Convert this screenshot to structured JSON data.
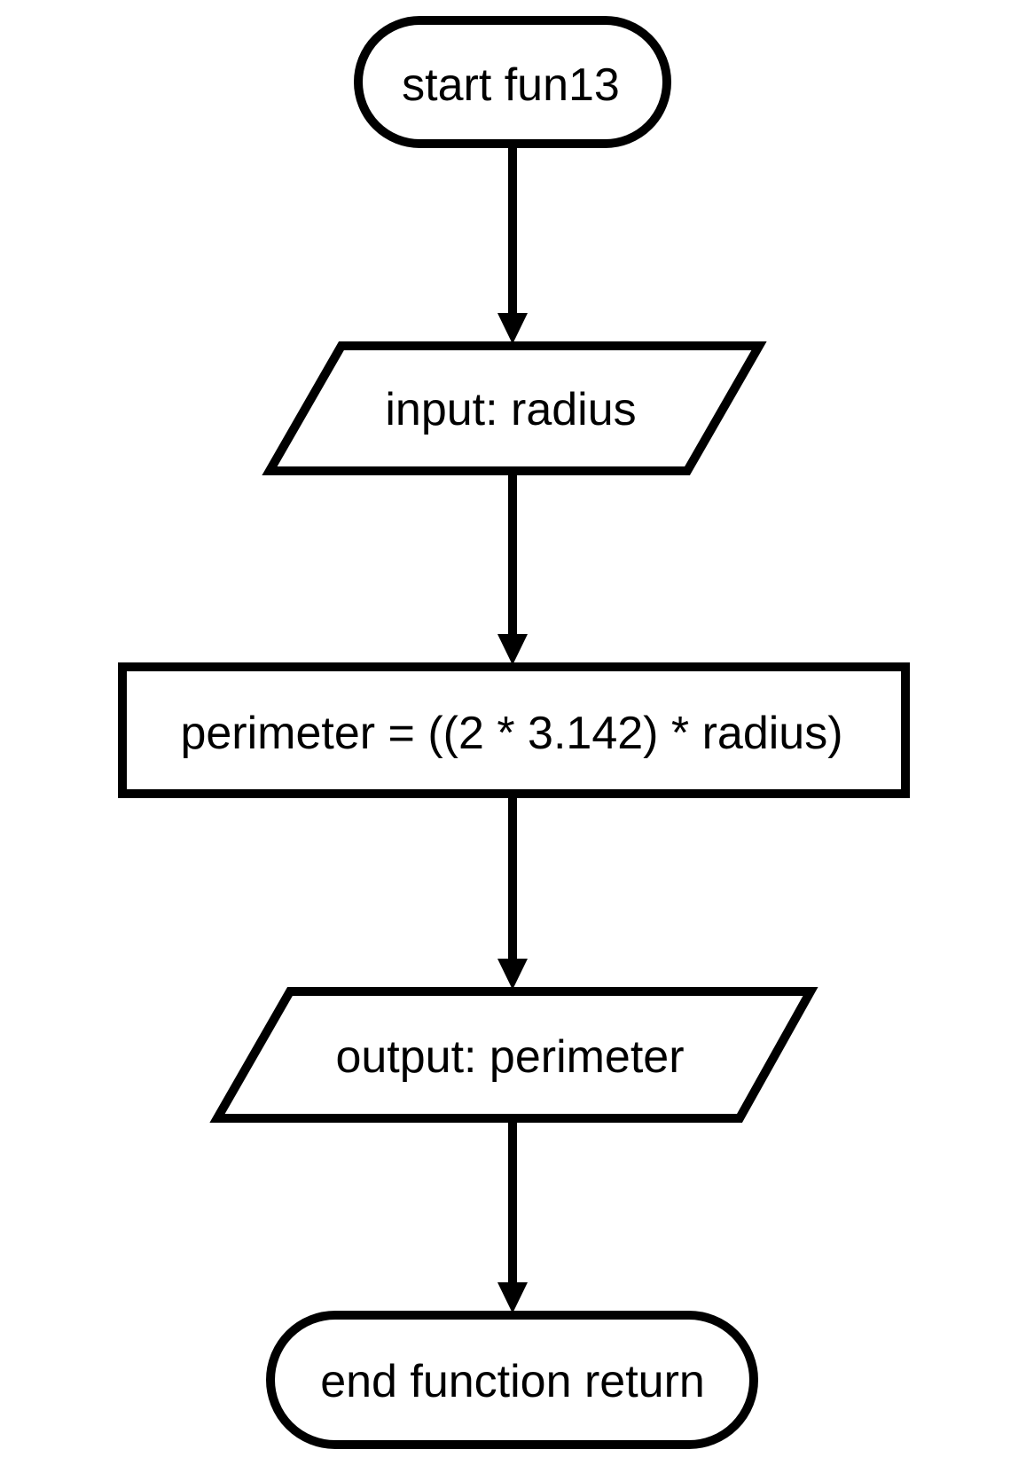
{
  "flowchart": {
    "nodes": {
      "start": {
        "type": "terminator",
        "label": "start fun13"
      },
      "input": {
        "type": "io",
        "label": "input: radius"
      },
      "process": {
        "type": "process",
        "label": "perimeter = ((2 * 3.142) * radius)"
      },
      "output": {
        "type": "io",
        "label": "output: perimeter"
      },
      "end": {
        "type": "terminator",
        "label": "end function return"
      }
    },
    "edges": [
      {
        "from": "start",
        "to": "input"
      },
      {
        "from": "input",
        "to": "process"
      },
      {
        "from": "process",
        "to": "output"
      },
      {
        "from": "output",
        "to": "end"
      }
    ],
    "colors": {
      "stroke": "#000000",
      "fill": "#ffffff",
      "text": "#000000"
    }
  }
}
